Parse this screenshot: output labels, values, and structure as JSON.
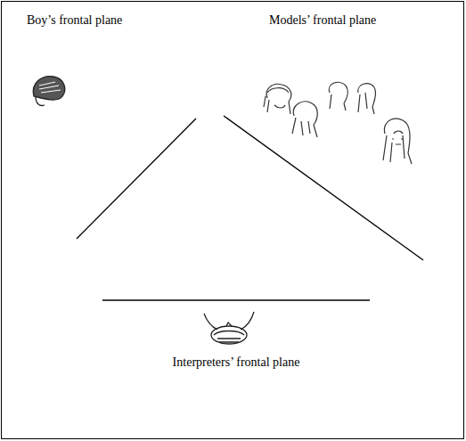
{
  "diagram": {
    "labels": [
      "Boy’s frontal plane",
      "Models’ frontal plane",
      "Interpreters’ frontal plane"
    ]
  }
}
